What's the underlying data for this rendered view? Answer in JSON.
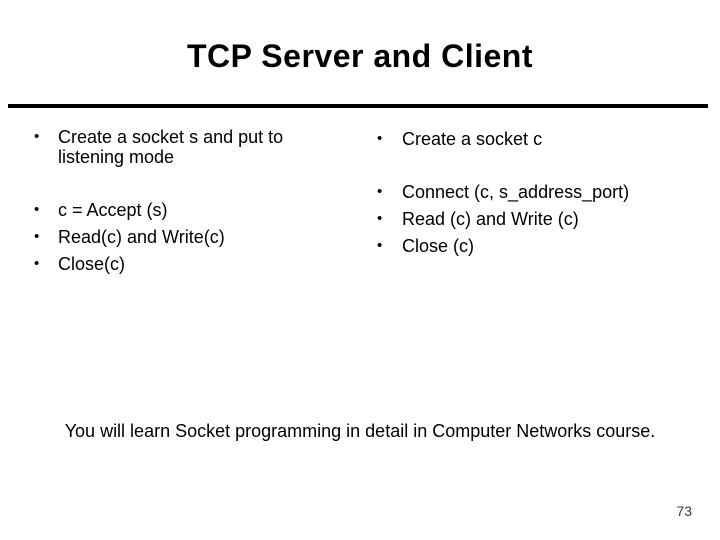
{
  "slide": {
    "title": "TCP Server and Client",
    "bullet_glyph": "•",
    "server_column": {
      "items": [
        {
          "text": "Create a socket s and put to listening mode"
        },
        {
          "text": "c = Accept (s)"
        },
        {
          "text": "Read(c) and Write(c)"
        },
        {
          "text": "Close(c)"
        }
      ]
    },
    "client_column": {
      "items": [
        {
          "text": "Create a socket c"
        },
        {
          "text": "Connect (c, s_address_port)"
        },
        {
          "text": "Read (c) and Write (c)"
        },
        {
          "text": "Close (c)"
        }
      ]
    },
    "footnote": "You will learn Socket programming in detail in Computer Networks course.",
    "page_number": "73",
    "colors": {
      "background": "#ffffff",
      "text": "#000000",
      "divider": "#000000",
      "page_number": "#3c3c3c"
    }
  }
}
